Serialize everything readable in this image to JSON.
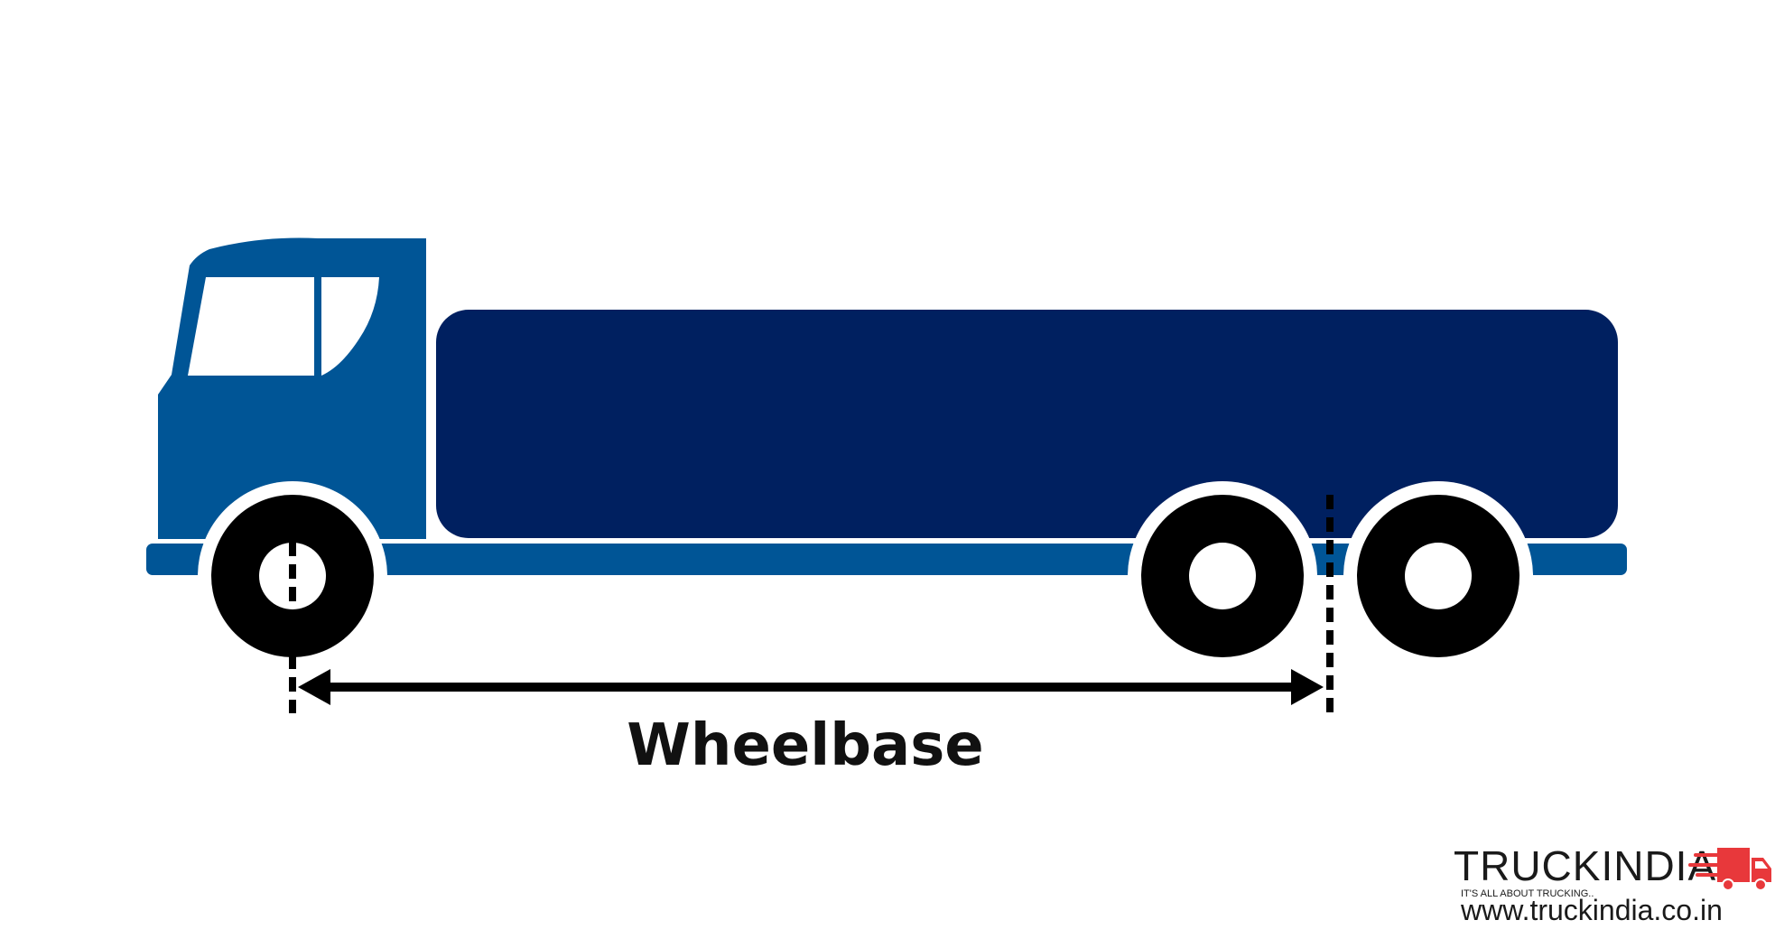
{
  "diagram": {
    "dimension_label": "Wheelbase",
    "colors": {
      "background": "#ffffff",
      "cab": "#005596",
      "cargo_body": "#002060",
      "chassis": "#005596",
      "tyre": "#000000",
      "hub": "#ffffff",
      "dimension_line": "#000000",
      "window": "#ffffff"
    }
  },
  "branding": {
    "name": "TRUCKINDIA",
    "tagline": "IT'S ALL ABOUT TRUCKING..",
    "website": "www.truckindia.co.in",
    "logo_icon": "red-speeding-truck-icon",
    "colors": {
      "text": "#1a1a1a",
      "logo_accent": "#e8383b"
    }
  }
}
